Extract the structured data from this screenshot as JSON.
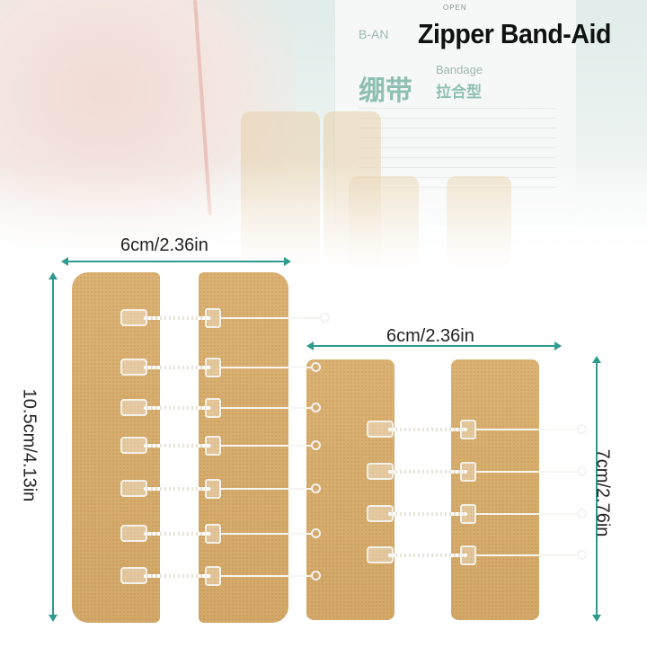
{
  "title": "Zipper Band-Aid",
  "package": {
    "open_label": "OPEN",
    "brand": "B-AN",
    "cn_name": "绷带",
    "en_name": "Bandage",
    "cn_type": "拉合型"
  },
  "dimensions": {
    "large_width": "6cm/2.36in",
    "large_height": "10.5cm/4.13in",
    "small_width": "6cm/2.36in",
    "small_height": "7cm/2.76in"
  },
  "colors": {
    "accent": "#2f9a8f",
    "pad": "#d7ae6e",
    "title": "#111111"
  }
}
